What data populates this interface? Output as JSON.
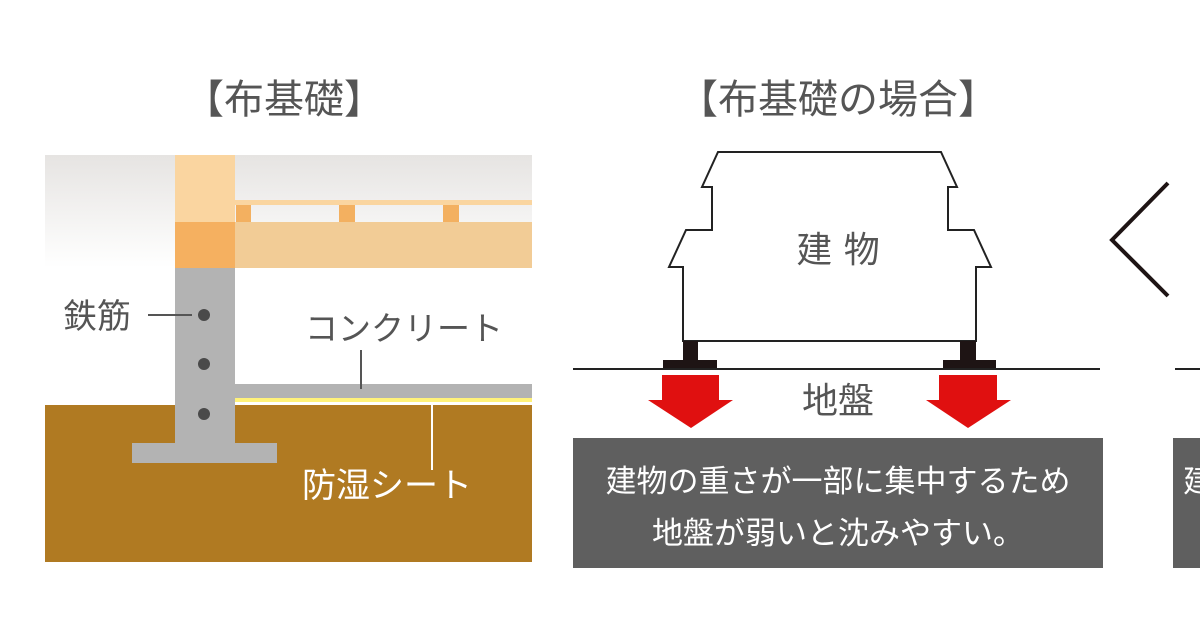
{
  "left": {
    "title": "【布基礎】",
    "labels": {
      "rebar": "鉄筋",
      "concrete": "コンクリート",
      "moisture_sheet": "防湿シート"
    }
  },
  "middle": {
    "title": "【布基礎の場合】",
    "building_label": "建 物",
    "ground_label": "地盤",
    "description_line1": "建物の重さが一部に集中するため",
    "description_line2": "地盤が弱いと沈みやすい。"
  },
  "right_partial": {
    "description_char": "建"
  },
  "colors": {
    "soil": "#b07a22",
    "concrete": "#b3b3b3",
    "wood_light": "#fad5a0",
    "wood_dark": "#f5b060",
    "arrow": "#e01010",
    "box": "#5f5f5f"
  }
}
